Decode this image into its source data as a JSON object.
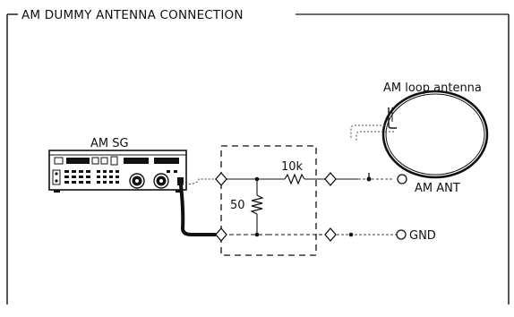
{
  "title": "AM DUMMY ANTENNA CONNECTION",
  "labels": {
    "generator": "AM SG",
    "resistor_series": "10k",
    "resistor_shunt": "50",
    "terminal_ant": "AM ANT",
    "terminal_gnd": "GND",
    "loop_antenna": "AM loop antenna"
  }
}
